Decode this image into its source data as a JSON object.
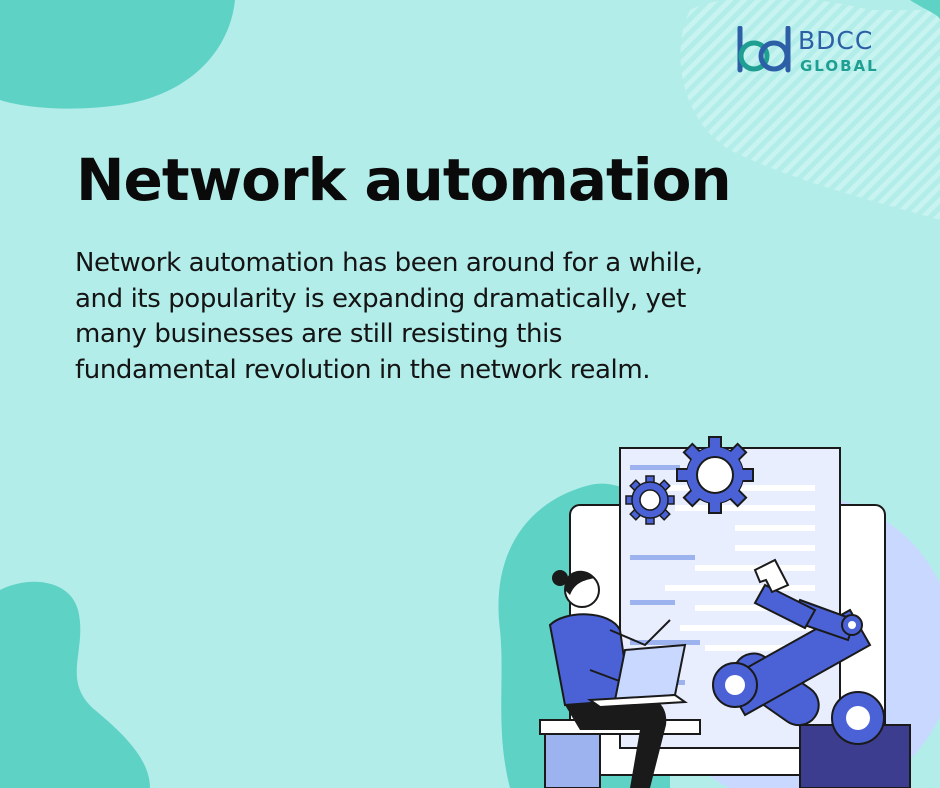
{
  "logo": {
    "name": "BDCC",
    "subtitle": "GLOBAL",
    "mark": "bd-monogram-icon"
  },
  "headline": "Network automation",
  "body_text": "Network automation has been around for a while, and its popularity is expanding dramatically, yet many businesses are still resisting this fundamental revolution in the network realm.",
  "colors": {
    "background": "#b3ede9",
    "blob": "#5fd2c6",
    "accent_blue": "#4a62d6",
    "light_blue": "#c9d8ff",
    "text": "#0a0a0a",
    "logo_blue": "#2c5fa6",
    "logo_teal": "#1f9e92"
  },
  "illustration": {
    "subject": "person-with-laptop-and-robotic-arm-illustration",
    "icons": [
      "gear-icon",
      "document-icon",
      "robot-arm-icon",
      "laptop-icon"
    ]
  }
}
